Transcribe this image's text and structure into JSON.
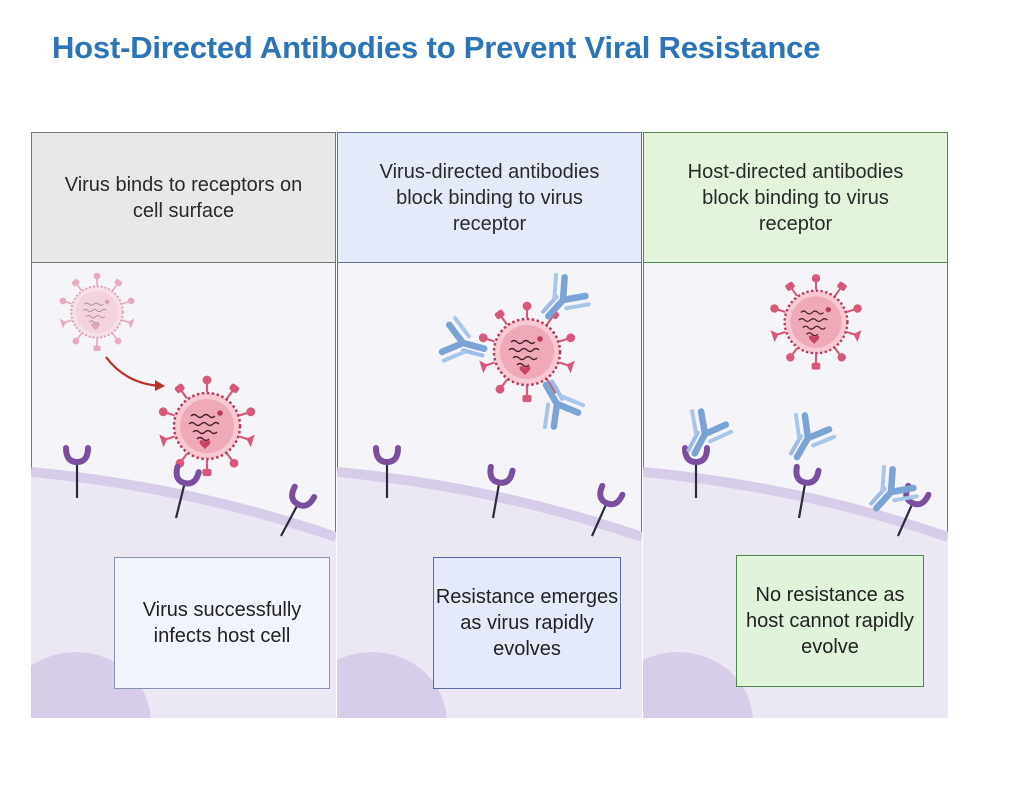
{
  "title": "Host-Directed Antibodies to Prevent Viral Resistance",
  "panels": [
    {
      "header": "Virus binds to receptors on cell surface",
      "result": "Virus successfully infects host cell"
    },
    {
      "header": "Virus-directed antibodies block binding to virus receptor",
      "result": "Resistance emerges as virus rapidly evolves"
    },
    {
      "header": "Host-directed antibodies block binding to virus receptor",
      "result": "No resistance as host cannot rapidly evolve"
    }
  ],
  "colors": {
    "title": "#2b74b8",
    "virus": "#d8597a",
    "receptor": "#7a4fa0",
    "antibody": "#7aa3d6",
    "arrow": "#b8322c",
    "cell_band": "#d7cde9"
  },
  "icons": [
    "virus-icon",
    "receptor-icon",
    "antibody-icon",
    "arrow-icon",
    "cell-membrane"
  ]
}
